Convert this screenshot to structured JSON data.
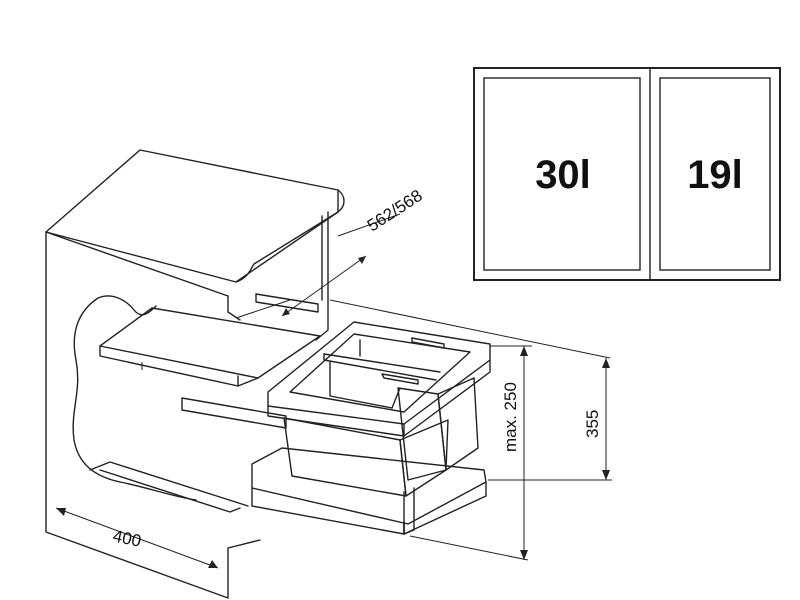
{
  "diagram": {
    "compartments": [
      {
        "label": "30l"
      },
      {
        "label": "19l"
      }
    ],
    "dimensions": {
      "cabinet_width": "400",
      "depth_range": "562/568",
      "total_height": "355",
      "max_height": "max. 250"
    }
  },
  "colors": {
    "stroke": "#222222",
    "bin_fill": "#d9d9d9",
    "bin_shadow": "#b5b5b5",
    "panel_fill": "#e8e8e8"
  }
}
